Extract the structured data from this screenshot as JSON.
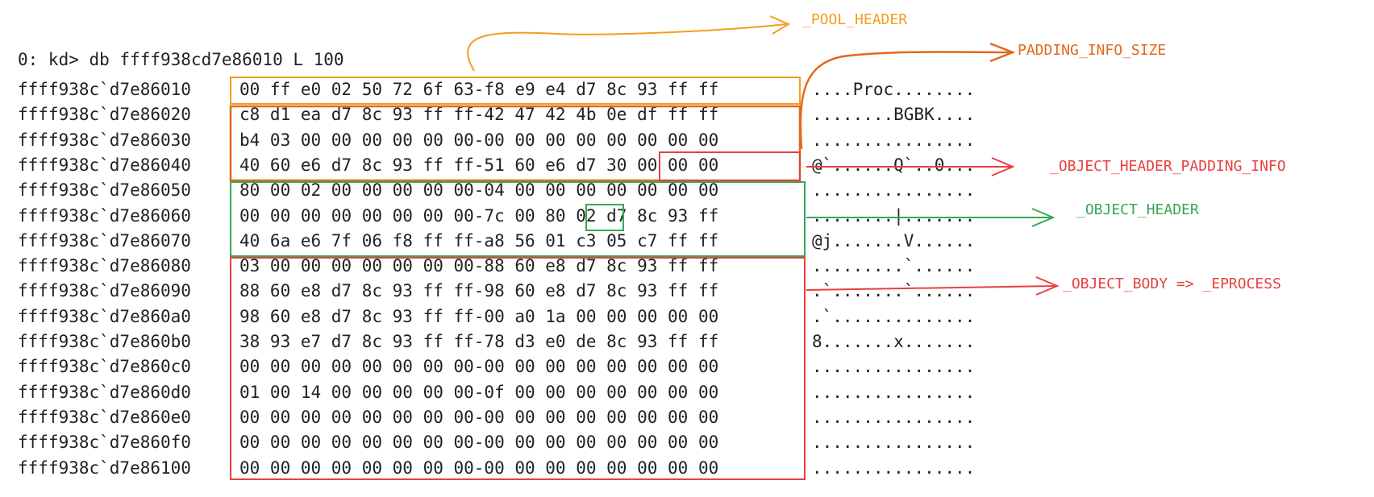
{
  "command": "0: kd> db ffff938cd7e86010 L 100",
  "rows": [
    {
      "addr": "ffff938c`d7e86010",
      "hex": "00 ff e0 02 50 72 6f 63-f8 e9 e4 d7 8c 93 ff ff",
      "ascii": "....Proc........"
    },
    {
      "addr": "ffff938c`d7e86020",
      "hex": "c8 d1 ea d7 8c 93 ff ff-42 47 42 4b 0e df ff ff",
      "ascii": "........BGBK...."
    },
    {
      "addr": "ffff938c`d7e86030",
      "hex": "b4 03 00 00 00 00 00 00-00 00 00 00 00 00 00 00",
      "ascii": "................"
    },
    {
      "addr": "ffff938c`d7e86040",
      "hex": "40 60 e6 d7 8c 93 ff ff-51 60 e6 d7 30 00 00 00",
      "ascii": "@`......Q`..0..."
    },
    {
      "addr": "ffff938c`d7e86050",
      "hex": "80 00 02 00 00 00 00 00-04 00 00 00 00 00 00 00",
      "ascii": "................"
    },
    {
      "addr": "ffff938c`d7e86060",
      "hex": "00 00 00 00 00 00 00 00-7c 00 80 02 d7 8c 93 ff",
      "ascii": "........|......."
    },
    {
      "addr": "ffff938c`d7e86070",
      "hex": "40 6a e6 7f 06 f8 ff ff-a8 56 01 c3 05 c7 ff ff",
      "ascii": "@j.......V......"
    },
    {
      "addr": "ffff938c`d7e86080",
      "hex": "03 00 00 00 00 00 00 00-88 60 e8 d7 8c 93 ff ff",
      "ascii": ".........`......"
    },
    {
      "addr": "ffff938c`d7e86090",
      "hex": "88 60 e8 d7 8c 93 ff ff-98 60 e8 d7 8c 93 ff ff",
      "ascii": ".`.......`......"
    },
    {
      "addr": "ffff938c`d7e860a0",
      "hex": "98 60 e8 d7 8c 93 ff ff-00 a0 1a 00 00 00 00 00",
      "ascii": ".`.............."
    },
    {
      "addr": "ffff938c`d7e860b0",
      "hex": "38 93 e7 d7 8c 93 ff ff-78 d3 e0 de 8c 93 ff ff",
      "ascii": "8.......x......."
    },
    {
      "addr": "ffff938c`d7e860c0",
      "hex": "00 00 00 00 00 00 00 00-00 00 00 00 00 00 00 00",
      "ascii": "................"
    },
    {
      "addr": "ffff938c`d7e860d0",
      "hex": "01 00 14 00 00 00 00 00-0f 00 00 00 00 00 00 00",
      "ascii": "................"
    },
    {
      "addr": "ffff938c`d7e860e0",
      "hex": "00 00 00 00 00 00 00 00-00 00 00 00 00 00 00 00",
      "ascii": "................"
    },
    {
      "addr": "ffff938c`d7e860f0",
      "hex": "00 00 00 00 00 00 00 00-00 00 00 00 00 00 00 00",
      "ascii": "................"
    },
    {
      "addr": "ffff938c`d7e86100",
      "hex": "00 00 00 00 00 00 00 00-00 00 00 00 00 00 00 00",
      "ascii": "................"
    }
  ],
  "annotations": {
    "pool_header": "_POOL_HEADER",
    "padding_info_size": "PADDING_INFO_SIZE",
    "object_header_padding_info": "_OBJECT_HEADER_PADDING_INFO",
    "object_header": "_OBJECT_HEADER",
    "object_body": "_OBJECT_BODY => _EPROCESS"
  },
  "colors": {
    "pool_header": "#f29e1c",
    "padding_info_size": "#e2691a",
    "object_header_padding_info": "#e8403f",
    "object_header": "#35a853",
    "object_body": "#e8403f"
  }
}
